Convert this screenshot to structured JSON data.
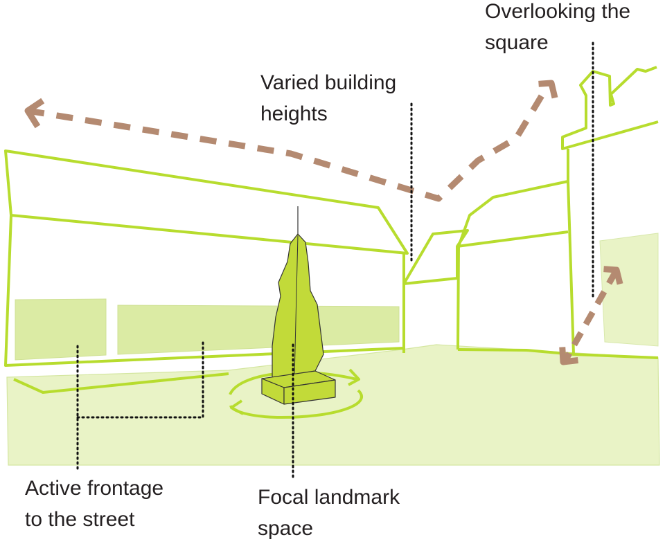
{
  "labels": {
    "overlooking": {
      "line1": "Overlooking the",
      "line2": "square"
    },
    "varied_heights": {
      "line1": "Varied building",
      "line2": "heights"
    },
    "active_frontage": {
      "line1": "Active frontage",
      "line2": "to the street"
    },
    "focal_landmark": {
      "line1": "Focal landmark",
      "line2": "space"
    }
  },
  "colors": {
    "building_outline": "#b7dc2e",
    "fill_light": "#e9f3c6",
    "fill_medium": "#dbeba4",
    "landmark_fill": "#c2da39",
    "arrow_brown": "#b48a71",
    "leader_line": "#111111",
    "text": "#231f20"
  }
}
